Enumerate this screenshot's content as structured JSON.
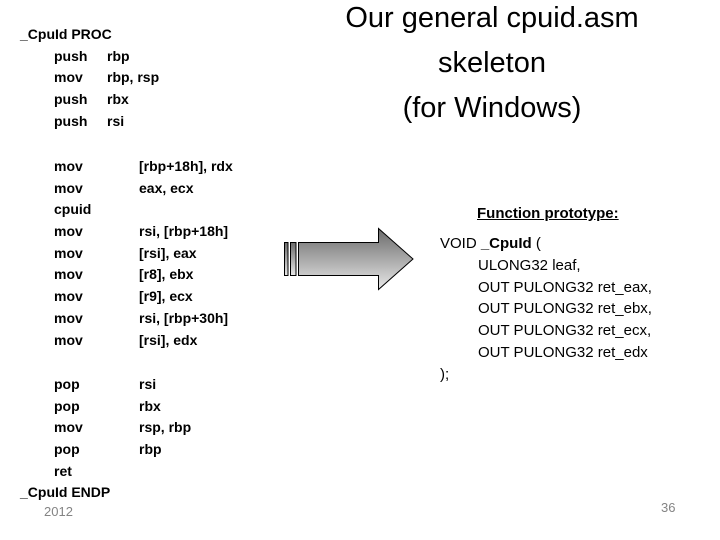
{
  "slide": {
    "title": {
      "lines": [
        "Our general cpuid.asm",
        "skeleton",
        "(for Windows)"
      ]
    },
    "footer": {
      "year": "2012",
      "page_number": "36"
    },
    "arrow": {
      "icon": "striped-right-arrow",
      "top_color": "#6a6a6a",
      "bottom_color": "#e8e8e8",
      "outline_color": "#000000"
    },
    "text_color": "#000000",
    "background_color": "#ffffff",
    "footer_text_color": "#848484"
  },
  "asm": {
    "blocks": [
      {
        "lines": [
          {
            "label": "_CpuId PROC"
          },
          {
            "m": "push",
            "o": "rbp"
          },
          {
            "m": "mov",
            "o": "rbp, rsp"
          },
          {
            "m": "push",
            "o": "rbx"
          },
          {
            "m": "push",
            "o": "rsi"
          }
        ]
      },
      {
        "lines": [
          {
            "m": "mov",
            "o": "[rbp+18h], rdx"
          },
          {
            "m": "mov",
            "o": "eax, ecx"
          },
          {
            "m": "cpuid",
            "o": ""
          },
          {
            "m": "mov",
            "o": "rsi, [rbp+18h]"
          },
          {
            "m": "mov",
            "o": "[rsi], eax"
          },
          {
            "m": "mov",
            "o": "[r8], ebx"
          },
          {
            "m": "mov",
            "o": "[r9], ecx"
          },
          {
            "m": "mov",
            "o": "rsi, [rbp+30h]"
          },
          {
            "m": "mov",
            "o": "[rsi], edx"
          }
        ]
      },
      {
        "lines": [
          {
            "m": "pop",
            "o": "rsi"
          },
          {
            "m": "pop",
            "o": "rbx"
          },
          {
            "m": "mov",
            "o": "rsp, rbp"
          },
          {
            "m": "pop",
            "o": "rbp"
          },
          {
            "m": "ret",
            "o": ""
          },
          {
            "label": "_CpuId ENDP"
          }
        ]
      }
    ]
  },
  "prototype": {
    "heading": "Function prototype:",
    "signature": {
      "pre": "VOID ",
      "name": "_CpuId",
      "post": " ("
    },
    "params": [
      "ULONG32 leaf,",
      "OUT PULONG32 ret_eax,",
      "OUT PULONG32 ret_ebx,",
      "OUT PULONG32 ret_ecx,",
      "OUT PULONG32 ret_edx"
    ],
    "close": ");"
  }
}
